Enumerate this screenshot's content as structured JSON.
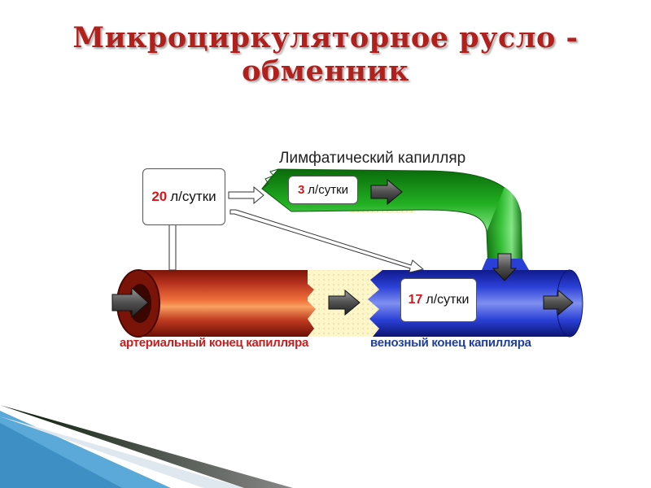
{
  "title": "Микроциркуляторное русло - обменник",
  "lymph_label": "Лимфатический капилляр",
  "rates": {
    "filtration": {
      "value": "20",
      "unit": "л/сутки"
    },
    "lymph": {
      "value": "3",
      "unit": "л/сутки"
    },
    "reabsorption": {
      "value": "17",
      "unit": "л/сутки"
    }
  },
  "captions": {
    "arterial": "артериальный конец капилляра",
    "venous": "венозный конец капилляра"
  },
  "colors": {
    "title": "#b0201c",
    "arterial": "#b8331f",
    "venous": "#2a3fc9",
    "lymph": "#1faa1f",
    "interstitial": "#fdf6c8",
    "accent_number": "#d2181c"
  }
}
